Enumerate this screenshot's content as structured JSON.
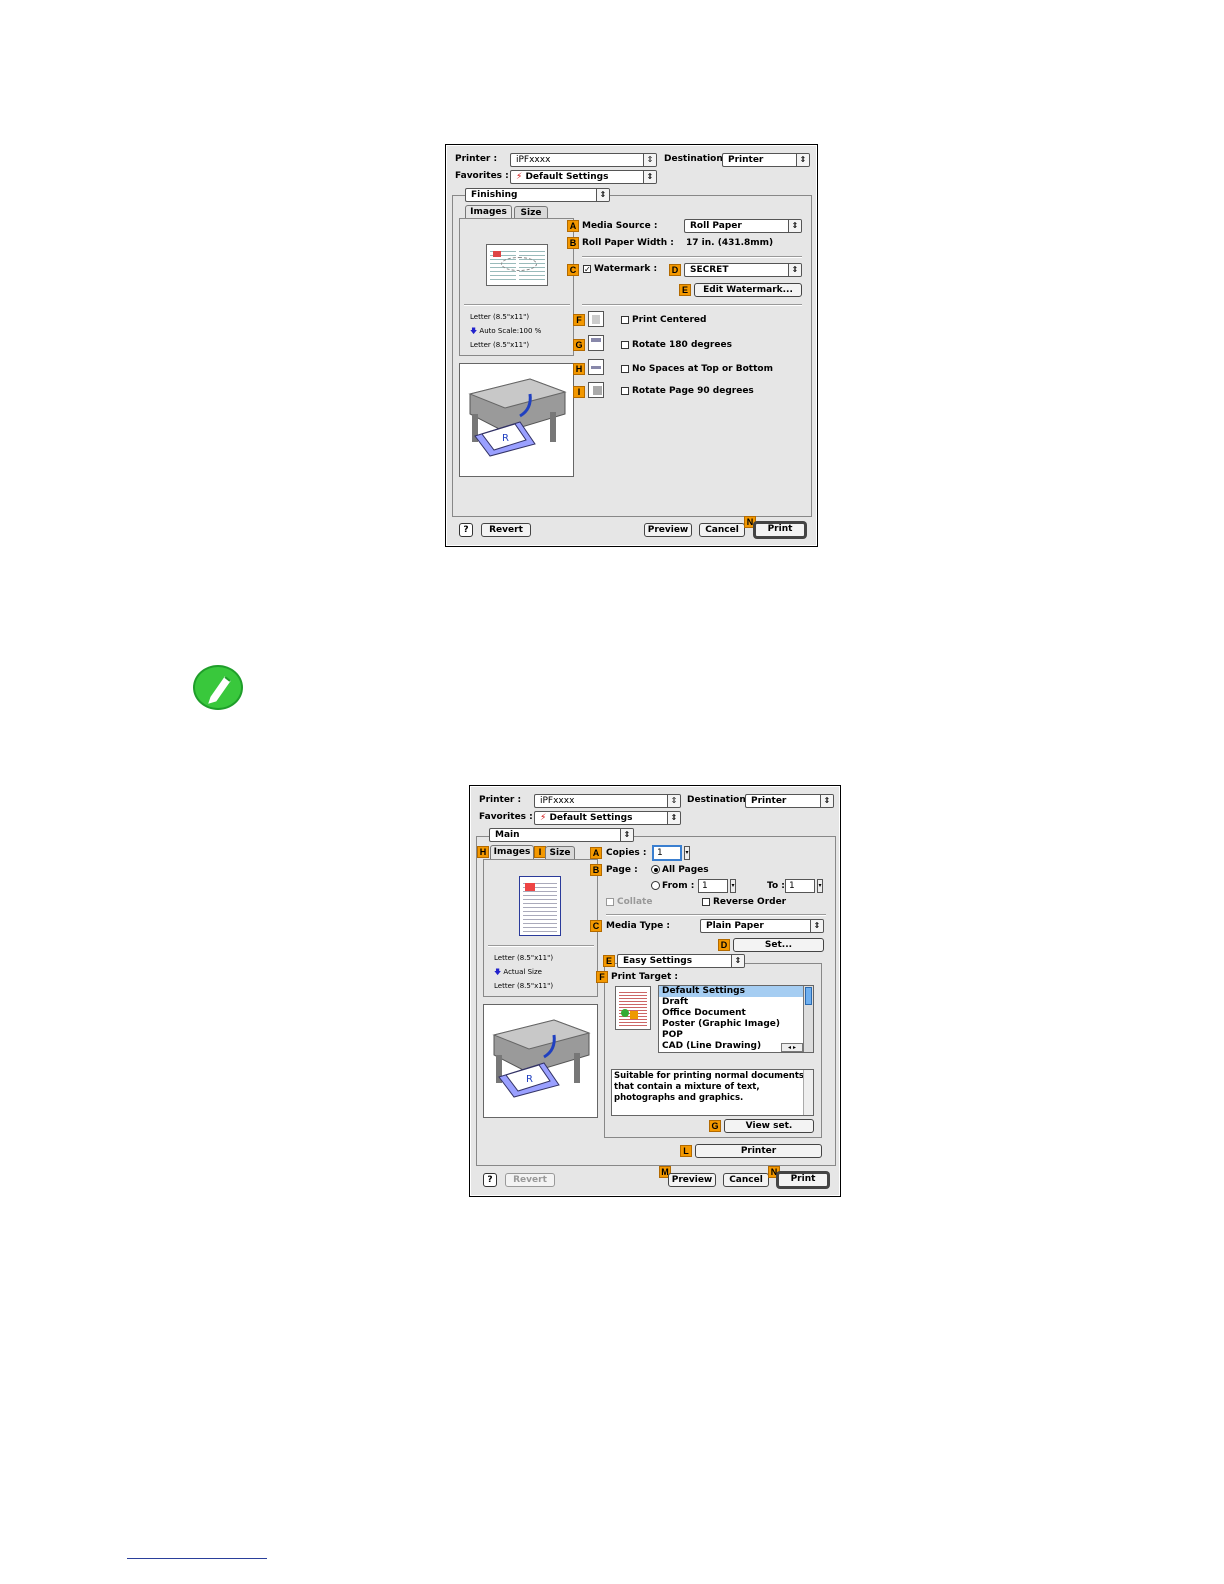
{
  "dialog1": {
    "printer_label": "Printer :",
    "printer_value": "iPFxxxx",
    "destination_label": "Destination :",
    "destination_value": "Printer",
    "favorites_label": "Favorites :",
    "favorites_value": "Default Settings",
    "panel_value": "Finishing",
    "tabs": [
      "Images",
      "Size"
    ],
    "preview_lines": [
      "Letter (8.5\"x11\")",
      "Auto Scale:100 %",
      "Letter (8.5\"x11\")"
    ],
    "media_source_label": "Media Source :",
    "media_source_value": "Roll Paper",
    "roll_width_label": "Roll Paper Width :",
    "roll_width_value": "17 in. (431.8mm)",
    "watermark_label": "Watermark :",
    "watermark_value": "SECRET",
    "edit_watermark_label": "Edit Watermark...",
    "options": [
      "Print Centered",
      "Rotate 180 degrees",
      "No Spaces at Top or Bottom",
      "Rotate Page 90 degrees"
    ],
    "revert_label": "Revert",
    "preview_label": "Preview",
    "cancel_label": "Cancel",
    "print_label": "Print",
    "badges": {
      "A": "A",
      "B": "B",
      "C": "C",
      "D": "D",
      "E": "E",
      "F": "F",
      "G": "G",
      "H": "H",
      "I": "I",
      "N": "N"
    }
  },
  "dialog2": {
    "printer_label": "Printer :",
    "printer_value": "iPFxxxx",
    "destination_label": "Destination :",
    "destination_value": "Printer",
    "favorites_label": "Favorites :",
    "favorites_value": "Default Settings",
    "panel_value": "Main",
    "tabs": [
      "Images",
      "Size"
    ],
    "preview_lines": [
      "Letter (8.5\"x11\")",
      "Actual Size",
      "Letter (8.5\"x11\")"
    ],
    "copies_label": "Copies :",
    "copies_value": "1",
    "page_label": "Page :",
    "all_pages_label": "All Pages",
    "from_label": "From :",
    "from_value": "1",
    "to_label": "To :",
    "to_value": "1",
    "collate_label": "Collate",
    "reverse_label": "Reverse Order",
    "media_type_label": "Media Type :",
    "media_type_value": "Plain Paper",
    "set_label": "Set...",
    "mode_value": "Easy Settings",
    "print_target_label": "Print Target :",
    "targets": [
      "Default Settings",
      "Draft",
      "Office Document",
      "Poster (Graphic Image)",
      "POP",
      "CAD (Line Drawing)"
    ],
    "description": [
      "Suitable for printing normal documents",
      "that contain a mixture of text,",
      "photographs and graphics."
    ],
    "view_set_label": "View set.",
    "printer_btn_label": "Printer",
    "revert_label": "Revert",
    "preview_label": "Preview",
    "cancel_label": "Cancel",
    "print_label": "Print",
    "badges": {
      "A": "A",
      "B": "B",
      "C": "C",
      "D": "D",
      "E": "E",
      "F": "F",
      "G": "G",
      "H": "H",
      "I": "I",
      "L": "L",
      "M": "M",
      "N": "N"
    }
  },
  "icons": {
    "note": "pencil-note-icon",
    "help": "help-icon",
    "printer_illustration": "large-format-printer-illustration"
  },
  "colors": {
    "badge": "#f39800",
    "note_green": "#2ecc40",
    "selection": "#a5cdf2",
    "link": "#2a3f9b"
  }
}
